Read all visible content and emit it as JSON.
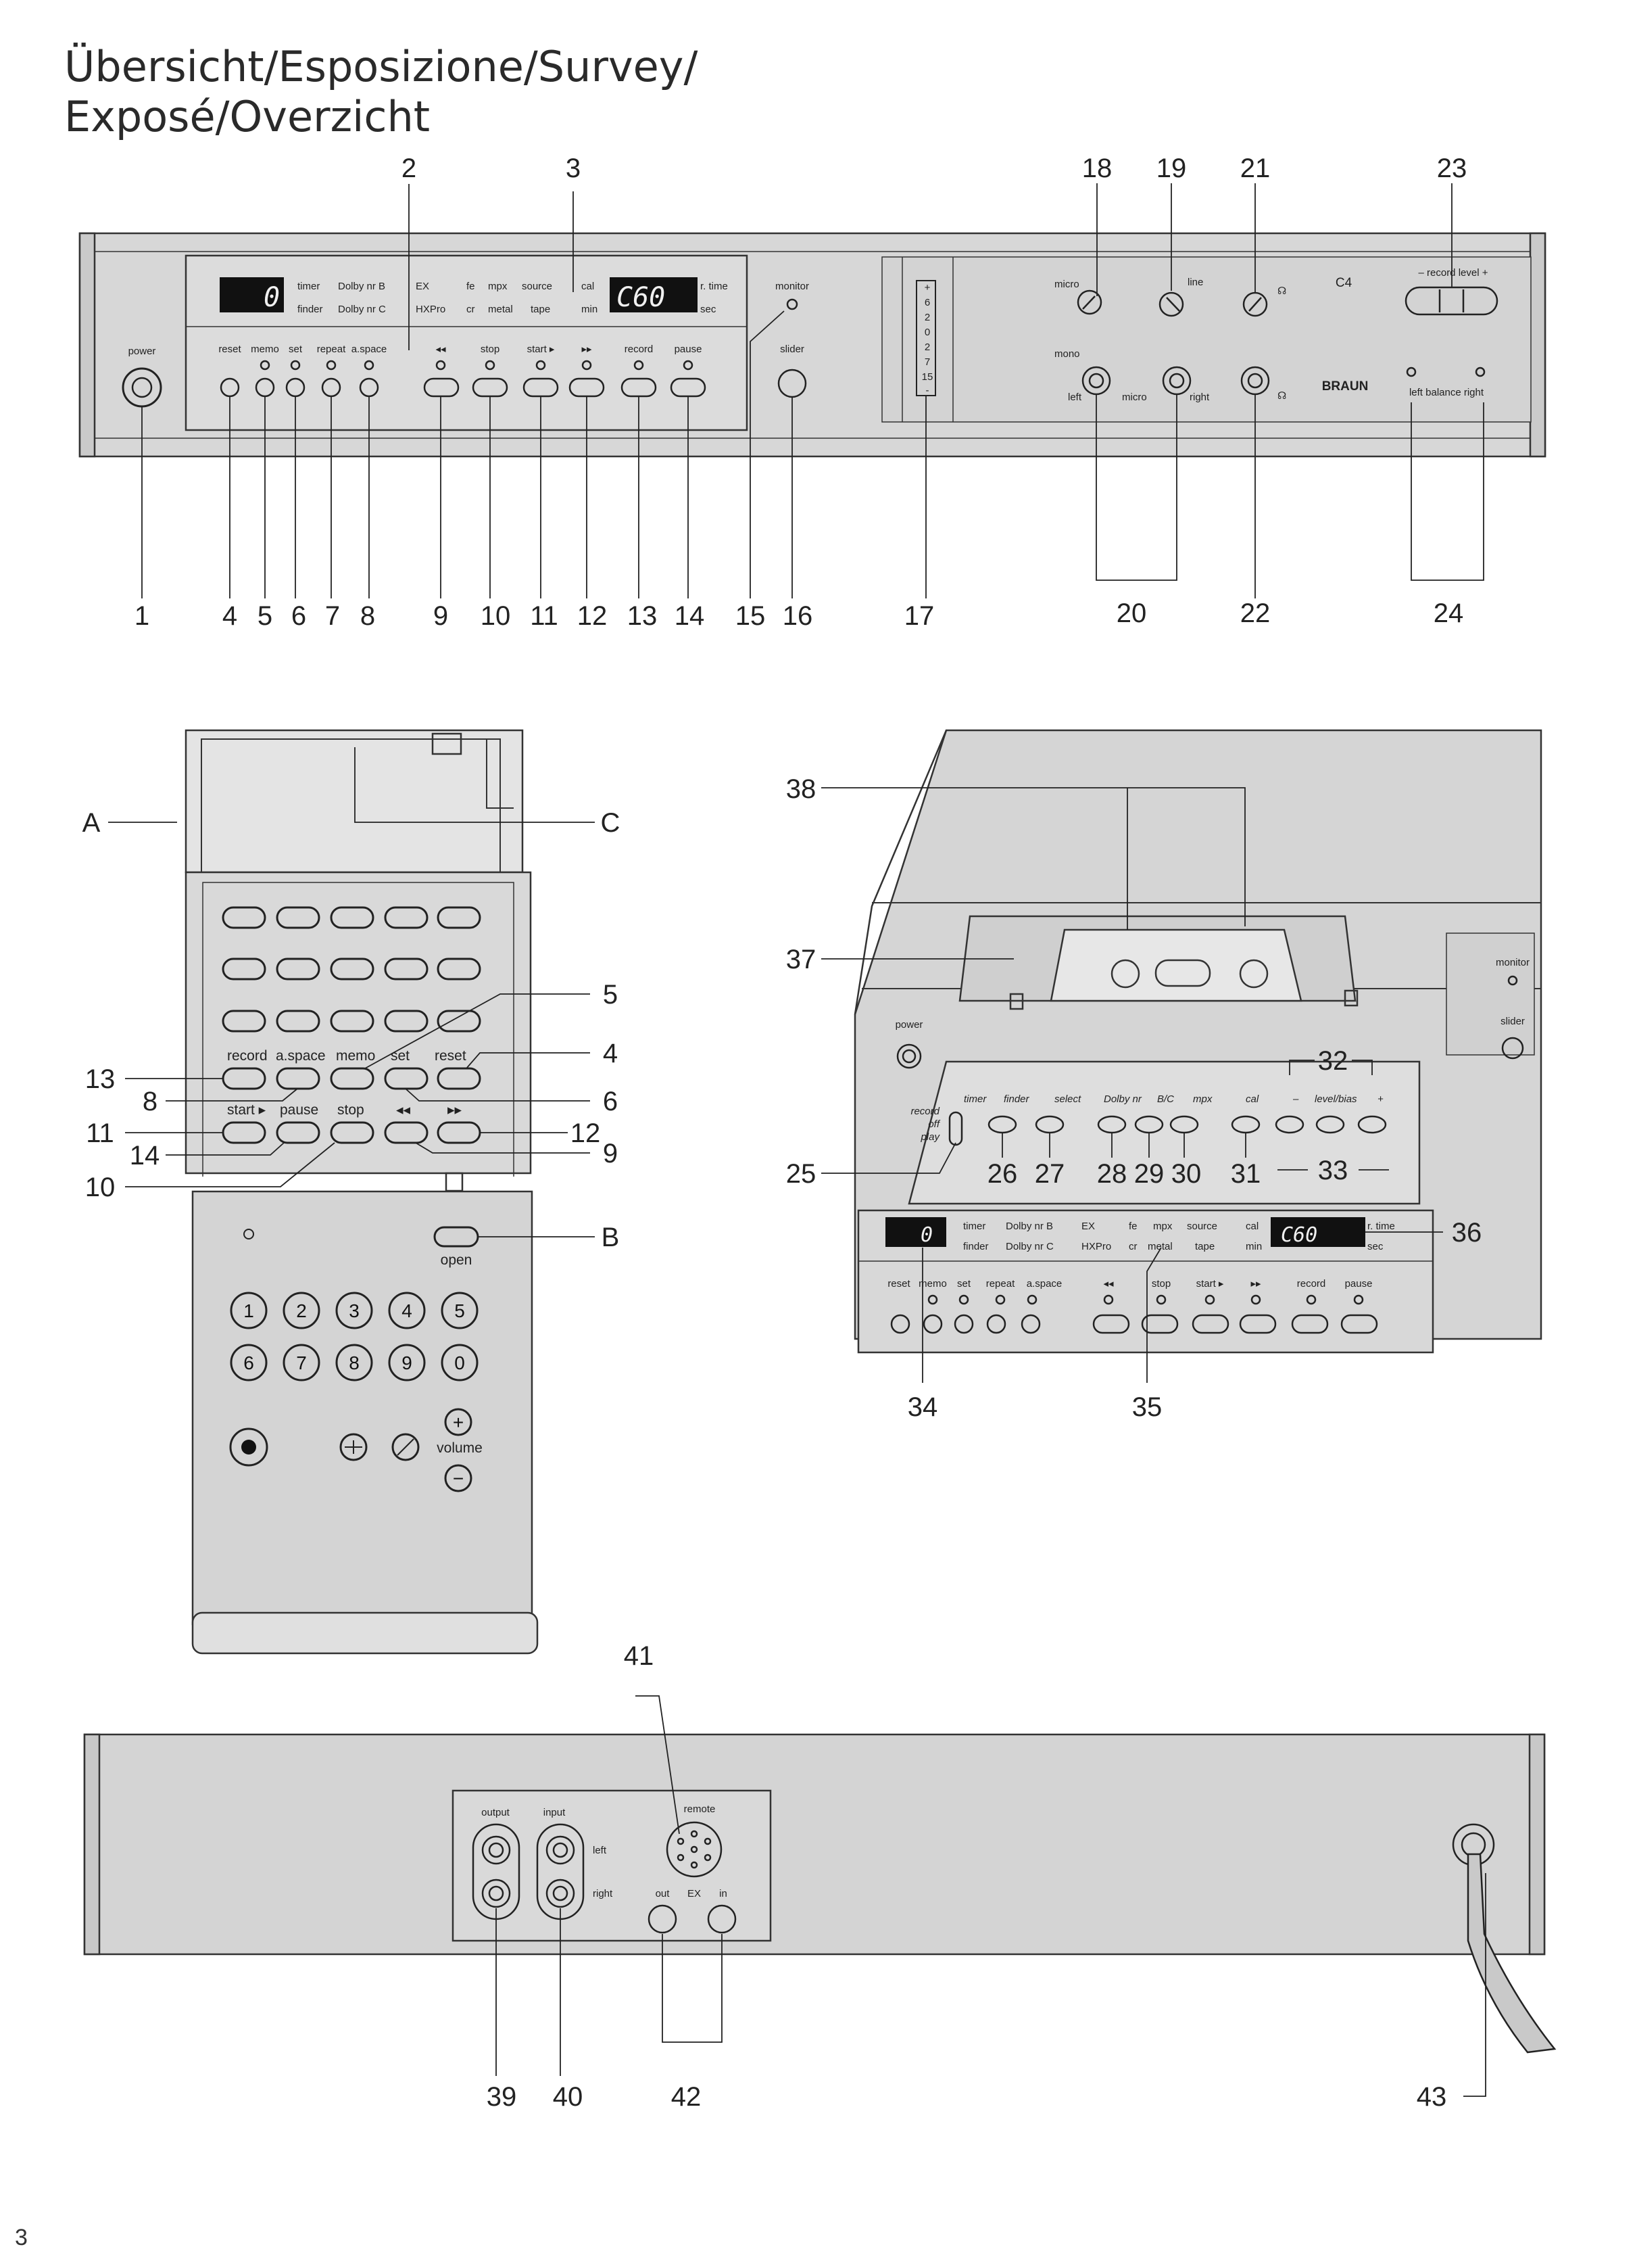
{
  "title": {
    "line1": "Übersicht/Esposizione/Survey/",
    "line2": "Exposé/Overzicht"
  },
  "page_number": "3",
  "front_panel": {
    "power": "power",
    "display_digit": "0",
    "display_counter": "C60",
    "indicators_row1": [
      "timer",
      "Dolby nr B",
      "EX",
      "fe",
      "mpx",
      "source",
      "cal",
      "r. time"
    ],
    "indicators_row2": [
      "finder",
      "Dolby nr C",
      "HXPro",
      "cr",
      "metal",
      "tape",
      "min",
      "sec"
    ],
    "buttons_left": [
      "reset",
      "memo",
      "set",
      "repeat",
      "a.space"
    ],
    "buttons_transport": [
      "◂◂",
      "stop",
      "start ▸",
      "▸▸",
      "record",
      "pause"
    ],
    "monitor": "monitor",
    "slider": "slider",
    "meter_scale": [
      "+",
      "6",
      "2",
      "0",
      "2",
      "7",
      "15",
      "-"
    ],
    "micro": "micro",
    "line": "line",
    "mono": "mono",
    "left": "left",
    "right": "right",
    "model": "C4",
    "record_level": "– record level +",
    "brand": "BRAUN",
    "balance": "left  balance  right"
  },
  "callouts_top": [
    "2",
    "3",
    "18",
    "19",
    "21",
    "23"
  ],
  "callouts_bottom": [
    "1",
    "4",
    "5",
    "6",
    "7",
    "8",
    "9",
    "10",
    "11",
    "12",
    "13",
    "14",
    "15",
    "16",
    "17",
    "20",
    "22",
    "24"
  ],
  "remote": {
    "row_labels_1": [
      "record",
      "a.space",
      "memo",
      "set",
      "reset"
    ],
    "row_labels_2": [
      "start ▸",
      "pause",
      "stop",
      "◂◂",
      "▸▸"
    ],
    "open": "open",
    "digits": [
      "1",
      "2",
      "3",
      "4",
      "5",
      "6",
      "7",
      "8",
      "9",
      "0"
    ],
    "volume": "volume",
    "plus": "+",
    "minus": "−",
    "letters": [
      "A",
      "B",
      "C"
    ],
    "callouts_left": [
      "13",
      "8",
      "11",
      "14",
      "10"
    ],
    "callouts_right": [
      "5",
      "4",
      "6",
      "12",
      "9"
    ]
  },
  "deck": {
    "power": "power",
    "monitor": "monitor",
    "slider": "slider",
    "mode_switch": [
      "record",
      "off",
      "play"
    ],
    "keys_labels": [
      "timer",
      "finder",
      "select",
      "Dolby nr",
      "B/C",
      "mpx",
      "cal",
      "–",
      "level/bias",
      "+"
    ],
    "display_digit": "0",
    "display_counter": "C60",
    "indicators_row1": [
      "timer",
      "Dolby nr B",
      "EX",
      "fe",
      "mpx",
      "source",
      "cal",
      "r. time"
    ],
    "indicators_row2": [
      "finder",
      "Dolby nr C",
      "HXPro",
      "cr",
      "metal",
      "tape",
      "min",
      "sec"
    ],
    "buttons_left": [
      "reset",
      "memo",
      "set",
      "repeat",
      "a.space"
    ],
    "buttons_transport": [
      "◂◂",
      "stop",
      "start ▸",
      "▸▸",
      "record",
      "pause"
    ],
    "callouts": [
      "38",
      "37",
      "32",
      "25",
      "26",
      "27",
      "28",
      "29",
      "30",
      "31",
      "33",
      "36",
      "34",
      "35"
    ]
  },
  "rear_panel": {
    "output": "output",
    "input": "input",
    "left": "left",
    "right": "right",
    "remote": "remote",
    "out": "out",
    "ex": "EX",
    "in": "in",
    "callouts": [
      "41",
      "39",
      "40",
      "42",
      "43"
    ]
  }
}
